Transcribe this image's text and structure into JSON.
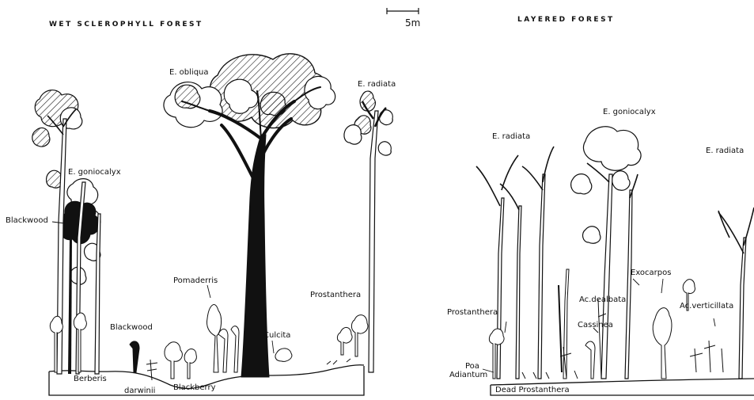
{
  "headings": {
    "left": "WET SCLEROPHYLL FOREST",
    "right": "LAYERED FOREST",
    "scale": "5m"
  },
  "left_panel": {
    "labels": {
      "e_obliqua": "E. obliqua",
      "e_radiata": "E. radiata",
      "e_goniocalyx": "E. goniocalyx",
      "blackwood_upper": "Blackwood",
      "pomaderris": "Pomaderris",
      "prostanthera": "Prostanthera",
      "blackwood_lower": "Blackwood",
      "culcita": "Culcita",
      "berberis": "Berberis",
      "darwinii": "darwinii",
      "blackberry": "Blackberry"
    }
  },
  "right_panel": {
    "labels": {
      "e_goniocalyx": "E. goniocalyx",
      "e_radiata_left": "E. radiata",
      "e_radiata_right": "E. radiata",
      "exocarpos": "Exocarpos",
      "ac_dealbata": "Ac.dealbata",
      "ac_verticillata": "Ac.verticillata",
      "prostanthera": "Prostanthera",
      "cassinea": "Cassinea",
      "poa": "Poa",
      "adiantum": "Adiantum",
      "dead_prostanthera": "Dead Prostanthera"
    }
  }
}
